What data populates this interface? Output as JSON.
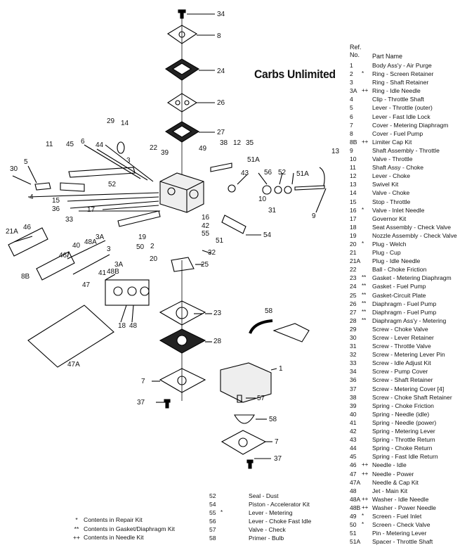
{
  "brand": "Carbs Unlimited",
  "header": {
    "ref": "Ref.",
    "no": "No.",
    "name": "Part Name"
  },
  "parts": [
    {
      "no": "1",
      "mark": "",
      "name": "Body Ass'y - Air Purge"
    },
    {
      "no": "2",
      "mark": "*",
      "name": "Ring - Screen Retainer"
    },
    {
      "no": "3",
      "mark": "",
      "name": "Ring - Shaft Retainer"
    },
    {
      "no": "3A",
      "mark": "++",
      "name": "Ring - Idle Needle"
    },
    {
      "no": "4",
      "mark": "",
      "name": "Clip - Throttle Shaft"
    },
    {
      "no": "5",
      "mark": "",
      "name": "Lever - Throttle (outer)"
    },
    {
      "no": "6",
      "mark": "",
      "name": "Lever - Fast Idle Lock"
    },
    {
      "no": "7",
      "mark": "",
      "name": "Cover - Metering Diaphragm"
    },
    {
      "no": "8",
      "mark": "",
      "name": "Cover - Fuel Pump"
    },
    {
      "no": "8B",
      "mark": "++",
      "name": "Limiter Cap Kit"
    },
    {
      "no": "9",
      "mark": "",
      "name": "Shaft Assembly - Throttle"
    },
    {
      "no": "10",
      "mark": "",
      "name": "Valve - Throttle"
    },
    {
      "no": "11",
      "mark": "",
      "name": "Shaft Assy - Choke"
    },
    {
      "no": "12",
      "mark": "",
      "name": "Lever - Choke"
    },
    {
      "no": "13",
      "mark": "",
      "name": "Swivel Kit"
    },
    {
      "no": "14",
      "mark": "",
      "name": "Valve - Choke"
    },
    {
      "no": "15",
      "mark": "",
      "name": "Stop - Throttle"
    },
    {
      "no": "16",
      "mark": "*",
      "name": "Valve - Inlet Needle"
    },
    {
      "no": "17",
      "mark": "",
      "name": "Governor Kit"
    },
    {
      "no": "18",
      "mark": "",
      "name": "Seat Assembly - Check Valve"
    },
    {
      "no": "19",
      "mark": "",
      "name": "Nozzle Assembly - Check Valve"
    },
    {
      "no": "20",
      "mark": "*",
      "name": "Plug - Welch"
    },
    {
      "no": "21",
      "mark": "",
      "name": "Plug - Cup"
    },
    {
      "no": "21A",
      "mark": "",
      "name": "Plug - Idle Needle"
    },
    {
      "no": "22",
      "mark": "",
      "name": "Ball - Choke Friction"
    },
    {
      "no": "23",
      "mark": "**",
      "name": "Gasket - Metering Diaphragm"
    },
    {
      "no": "24",
      "mark": "**",
      "name": "Gasket - Fuel Pump"
    },
    {
      "no": "25",
      "mark": "**",
      "name": "Gasket-Circuit Plate"
    },
    {
      "no": "26",
      "mark": "**",
      "name": "Diaphragm - Fuel Pump"
    },
    {
      "no": "27",
      "mark": "**",
      "name": "Diaphragm - Fuel Pump"
    },
    {
      "no": "28",
      "mark": "**",
      "name": "Diaphragm Ass'y - Metering"
    },
    {
      "no": "29",
      "mark": "",
      "name": "Screw - Choke  Valve"
    },
    {
      "no": "30",
      "mark": "",
      "name": "Screw - Lever Retainer"
    },
    {
      "no": "31",
      "mark": "",
      "name": "Screw - Throttle Valve"
    },
    {
      "no": "32",
      "mark": "",
      "name": "Screw - Metering Lever Pin"
    },
    {
      "no": "33",
      "mark": "",
      "name": "Screw - Idle Adjust Kit"
    },
    {
      "no": "34",
      "mark": "",
      "name": "Screw - Pump Cover"
    },
    {
      "no": "36",
      "mark": "",
      "name": "Screw - Shaft Retainer"
    },
    {
      "no": "37",
      "mark": "",
      "name": "Screw - Metering Cover  [4]"
    },
    {
      "no": "38",
      "mark": "",
      "name": "Screw - Choke Shaft Retainer"
    },
    {
      "no": "39",
      "mark": "",
      "name": "Spring - Choke Friction"
    },
    {
      "no": "40",
      "mark": "",
      "name": "Spring - Needle (idle)"
    },
    {
      "no": "41",
      "mark": "",
      "name": "Spring - Needle (power)"
    },
    {
      "no": "42",
      "mark": "",
      "name": "Spring - Metering Lever"
    },
    {
      "no": "43",
      "mark": "",
      "name": "Spring - Throttle Return"
    },
    {
      "no": "44",
      "mark": "",
      "name": "Spring - Choke Return"
    },
    {
      "no": "45",
      "mark": "",
      "name": "Spring - Fast Idle Return"
    },
    {
      "no": "46",
      "mark": "++",
      "name": "Needle - Idle"
    },
    {
      "no": "47",
      "mark": "++",
      "name": "Needle - Power"
    },
    {
      "no": "47A",
      "mark": "",
      "name": "Needle & Cap Kit"
    },
    {
      "no": "48",
      "mark": "",
      "name": "Jet - Main Kit"
    },
    {
      "no": "48A",
      "mark": "++",
      "name": "Washer - Idle Needle"
    },
    {
      "no": "48B",
      "mark": "++",
      "name": "Washer - Power Needle"
    },
    {
      "no": "49",
      "mark": "*",
      "name": "Screen - Fuel Inlet"
    },
    {
      "no": "50",
      "mark": "*",
      "name": "Screen - Check Valve"
    },
    {
      "no": "51",
      "mark": "",
      "name": "Pin - Metering Lever"
    },
    {
      "no": "51A",
      "mark": "",
      "name": "Spacer - Throttle Shaft"
    }
  ],
  "extra_parts": [
    {
      "no": "52",
      "mark": "",
      "name": "Seal - Dust"
    },
    {
      "no": "54",
      "mark": "",
      "name": "Piston - Accelerator Kit"
    },
    {
      "no": "55",
      "mark": "*",
      "name": "Lever - Metering"
    },
    {
      "no": "56",
      "mark": "",
      "name": "Lever - Choke Fast Idle"
    },
    {
      "no": "57",
      "mark": "",
      "name": "Valve - Check"
    },
    {
      "no": "58",
      "mark": "",
      "name": "Primer - Bulb"
    }
  ],
  "legend": [
    {
      "mark": "*",
      "text": "Contents in Repair Kit"
    },
    {
      "mark": "**",
      "text": "Contents in Gasket/Diaphragm Kit"
    },
    {
      "mark": "++",
      "text": "Contents in Needle Kit"
    }
  ],
  "callouts": [
    {
      "id": "34",
      "text": "34"
    },
    {
      "id": "8",
      "text": "8"
    },
    {
      "id": "24",
      "text": "24"
    },
    {
      "id": "26",
      "text": "26"
    },
    {
      "id": "27",
      "text": "27"
    },
    {
      "id": "29",
      "text": "29"
    },
    {
      "id": "14",
      "text": "14"
    },
    {
      "id": "11",
      "text": "11"
    },
    {
      "id": "45",
      "text": "45"
    },
    {
      "id": "6",
      "text": "6"
    },
    {
      "id": "44",
      "text": "44"
    },
    {
      "id": "22",
      "text": "22"
    },
    {
      "id": "39",
      "text": "39"
    },
    {
      "id": "3a",
      "text": "3"
    },
    {
      "id": "49",
      "text": "49"
    },
    {
      "id": "38",
      "text": "38"
    },
    {
      "id": "12",
      "text": "12"
    },
    {
      "id": "35",
      "text": "35"
    },
    {
      "id": "13",
      "text": "13"
    },
    {
      "id": "51Aa",
      "text": "51A"
    },
    {
      "id": "5",
      "text": "5"
    },
    {
      "id": "30",
      "text": "30"
    },
    {
      "id": "52a",
      "text": "52"
    },
    {
      "id": "43",
      "text": "43"
    },
    {
      "id": "56",
      "text": "56"
    },
    {
      "id": "52b",
      "text": "52"
    },
    {
      "id": "51Ab",
      "text": "51A"
    },
    {
      "id": "4",
      "text": "4"
    },
    {
      "id": "15",
      "text": "15"
    },
    {
      "id": "36",
      "text": "36"
    },
    {
      "id": "17",
      "text": "17"
    },
    {
      "id": "10",
      "text": "10"
    },
    {
      "id": "31",
      "text": "31"
    },
    {
      "id": "9",
      "text": "9"
    },
    {
      "id": "33",
      "text": "33"
    },
    {
      "id": "16",
      "text": "16"
    },
    {
      "id": "42",
      "text": "42"
    },
    {
      "id": "55",
      "text": "55"
    },
    {
      "id": "21A",
      "text": "21A"
    },
    {
      "id": "46a",
      "text": "46"
    },
    {
      "id": "19",
      "text": "19"
    },
    {
      "id": "2",
      "text": "2"
    },
    {
      "id": "50",
      "text": "50"
    },
    {
      "id": "51",
      "text": "51"
    },
    {
      "id": "3Aa",
      "text": "3A"
    },
    {
      "id": "40",
      "text": "40"
    },
    {
      "id": "48A",
      "text": "48A"
    },
    {
      "id": "3b",
      "text": "3"
    },
    {
      "id": "54",
      "text": "54"
    },
    {
      "id": "32",
      "text": "32"
    },
    {
      "id": "46b",
      "text": "46"
    },
    {
      "id": "20",
      "text": "20"
    },
    {
      "id": "25",
      "text": "25"
    },
    {
      "id": "8B",
      "text": "8B"
    },
    {
      "id": "41",
      "text": "41"
    },
    {
      "id": "3Ab",
      "text": "3A"
    },
    {
      "id": "48B",
      "text": "48B"
    },
    {
      "id": "47",
      "text": "47"
    },
    {
      "id": "23",
      "text": "23"
    },
    {
      "id": "18",
      "text": "18"
    },
    {
      "id": "48",
      "text": "48"
    },
    {
      "id": "58a",
      "text": "58"
    },
    {
      "id": "28",
      "text": "28"
    },
    {
      "id": "47A",
      "text": "47A"
    },
    {
      "id": "1",
      "text": "1"
    },
    {
      "id": "7a",
      "text": "7"
    },
    {
      "id": "37a",
      "text": "37"
    },
    {
      "id": "57",
      "text": "57"
    },
    {
      "id": "58b",
      "text": "58"
    },
    {
      "id": "7b",
      "text": "7"
    },
    {
      "id": "37b",
      "text": "37"
    }
  ]
}
